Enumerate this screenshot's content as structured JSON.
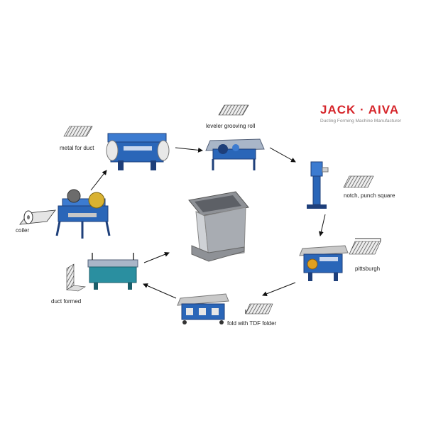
{
  "brand": {
    "name": "JACK · AIVA",
    "tagline": "Ducting Forming Machine Manufacturer",
    "color": "#d6262b"
  },
  "labels": {
    "coiler": "coiler",
    "metal_for_duct": "metal for duct",
    "leveler_grooving_roll": "leveler grooving roll",
    "notch_punch_square": "notch,  punch square",
    "pittsburgh": "pittsburgh",
    "fold_tdf": "fold  with TDF folder",
    "duct_formed": "duct formed"
  },
  "colors": {
    "machine_blue": "#2a66b8",
    "machine_dark": "#1e3f7a",
    "arrow": "#111111",
    "sheet": "#555555"
  }
}
